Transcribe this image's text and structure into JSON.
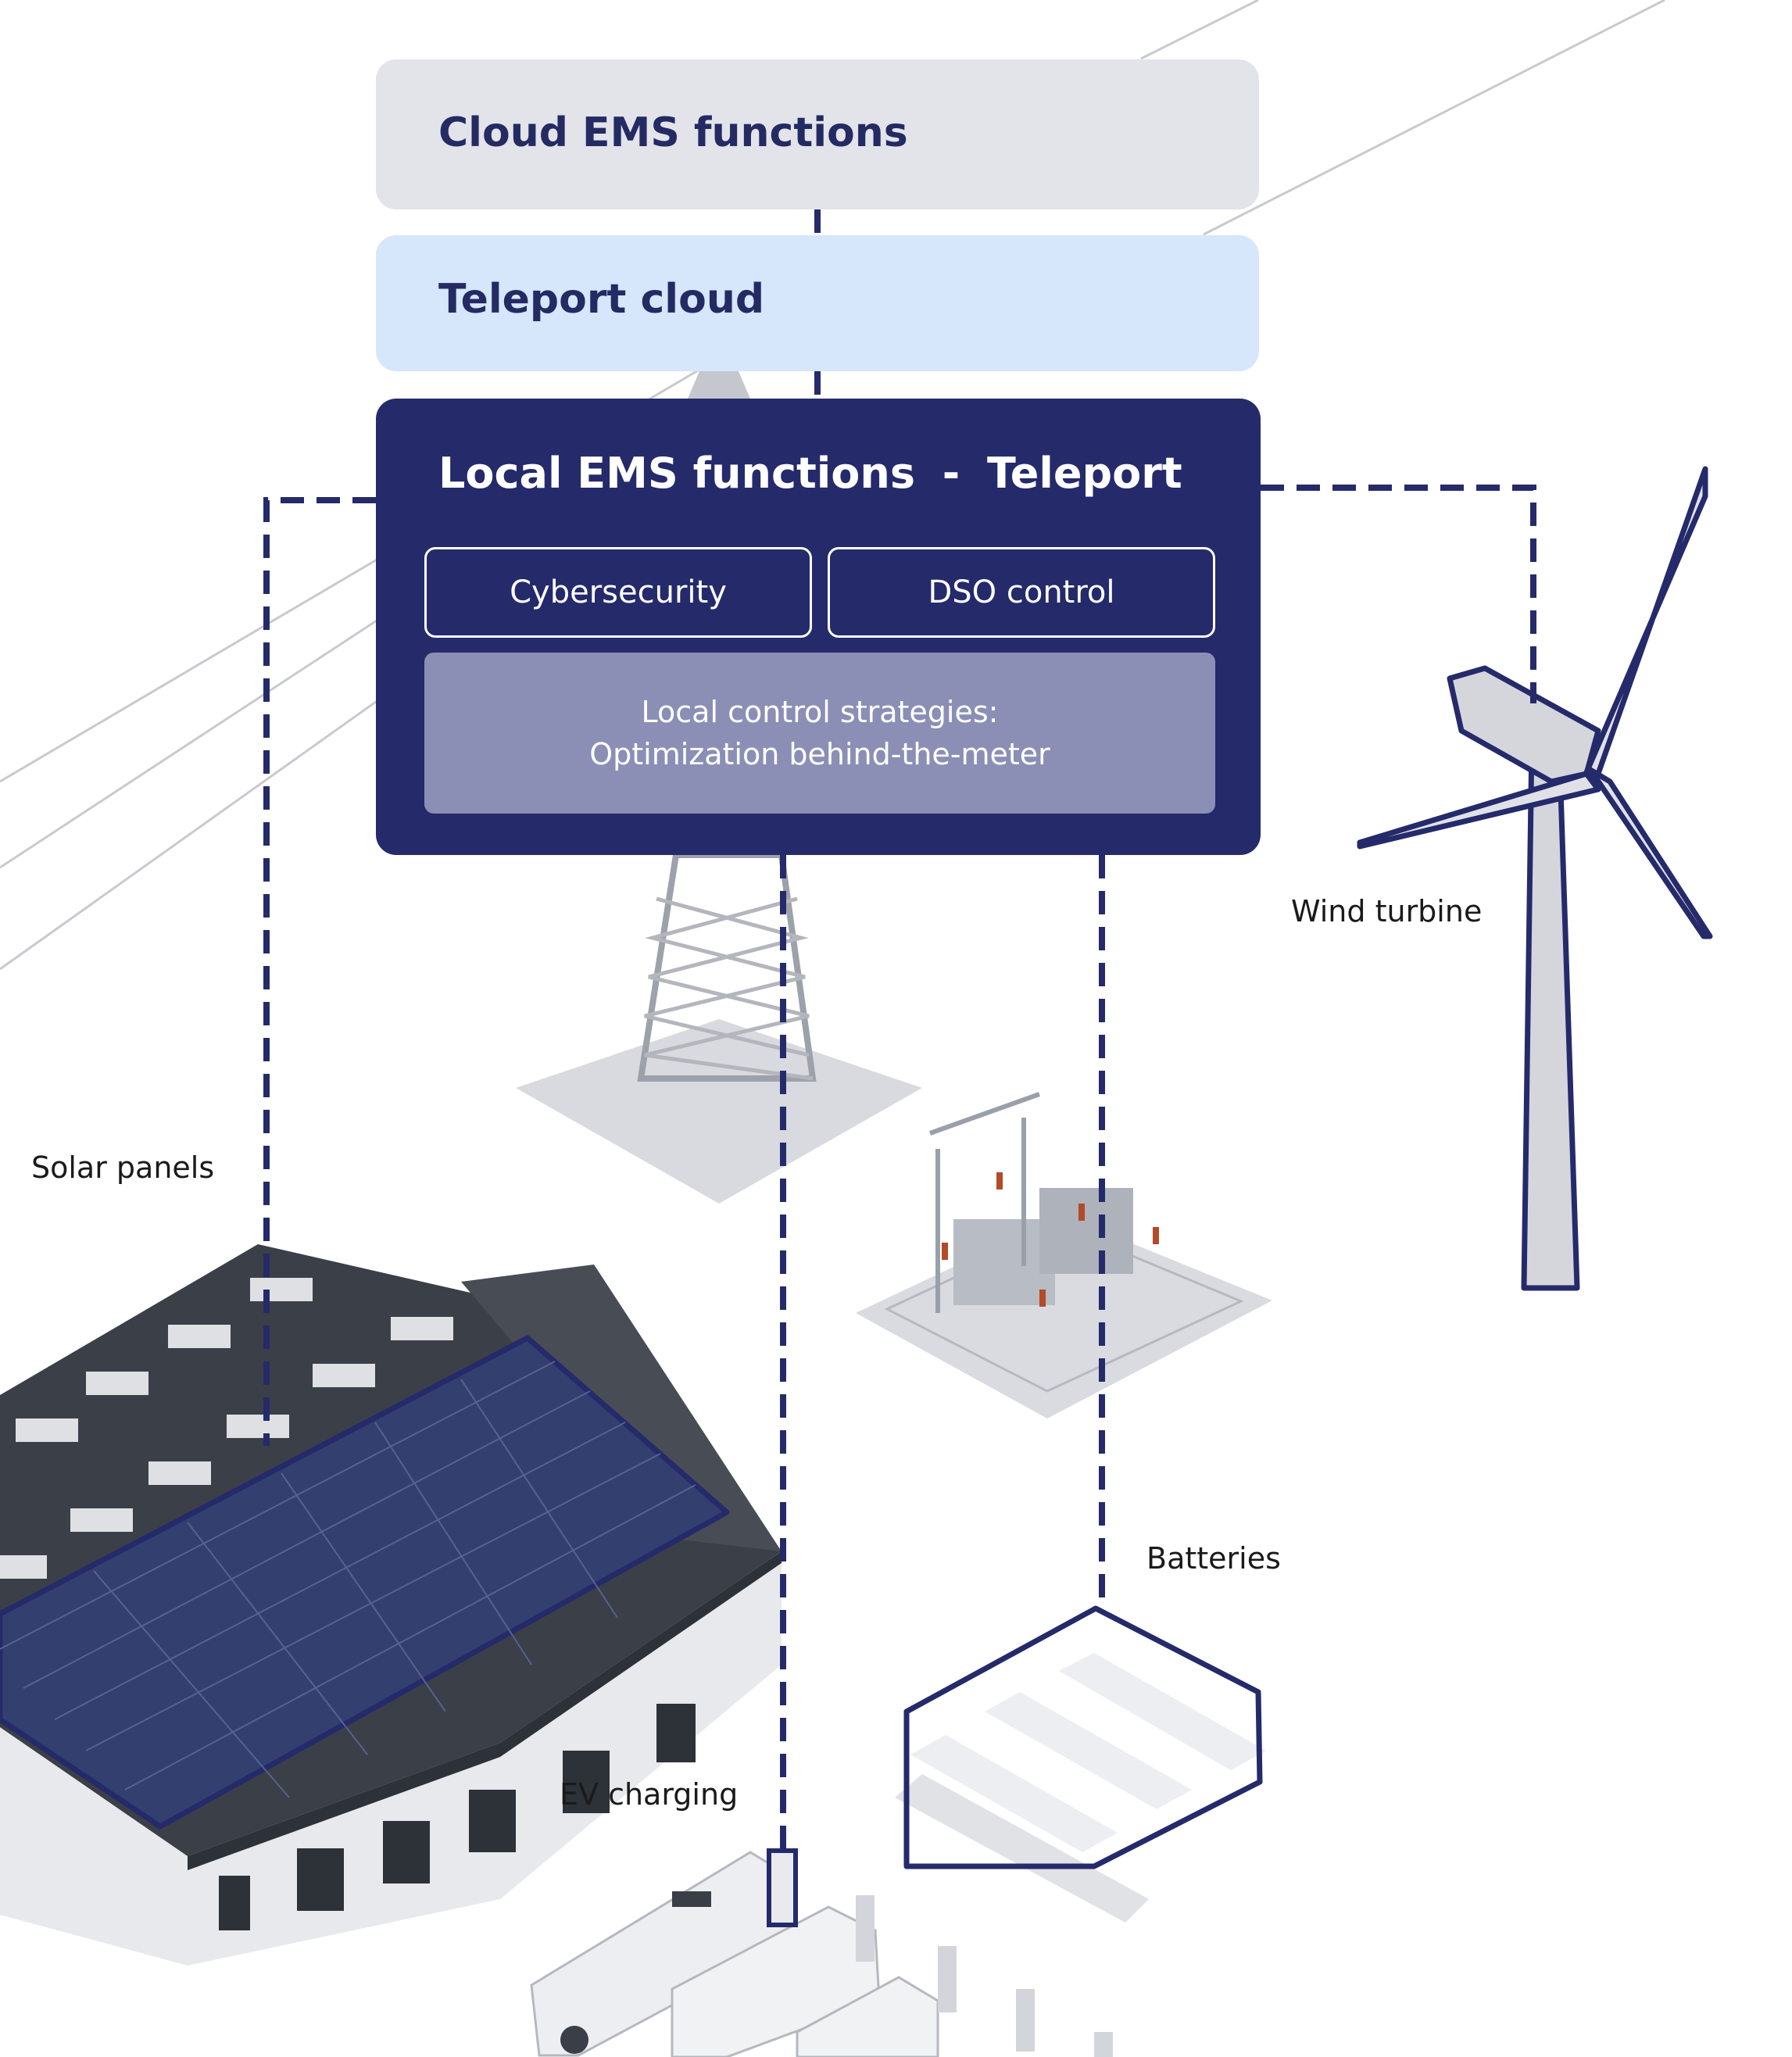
{
  "diagram": {
    "cloud_box_title": "Cloud EMS functions",
    "teleport_cloud_title": "Teleport cloud",
    "local_box": {
      "title": "Local EMS functions",
      "title_separator": "-",
      "title_suffix": "Teleport",
      "modules": [
        "Cybersecurity",
        "DSO control"
      ],
      "strategies_line1": "Local control strategies:",
      "strategies_line2": "Optimization behind-the-meter"
    },
    "assets": {
      "solar": "Solar panels",
      "wind": "Wind turbine",
      "batteries": "Batteries",
      "ev": "EV charging"
    }
  },
  "colors": {
    "navy": "#252a6b",
    "cloud_box": "#e3e4ea",
    "teleport_box": "#d6e6fb",
    "strategies_box": "#8b8fb5",
    "solar_panel": "#33406f",
    "structure_gray": "#c9ccd3",
    "roof": "#3b3f47"
  }
}
